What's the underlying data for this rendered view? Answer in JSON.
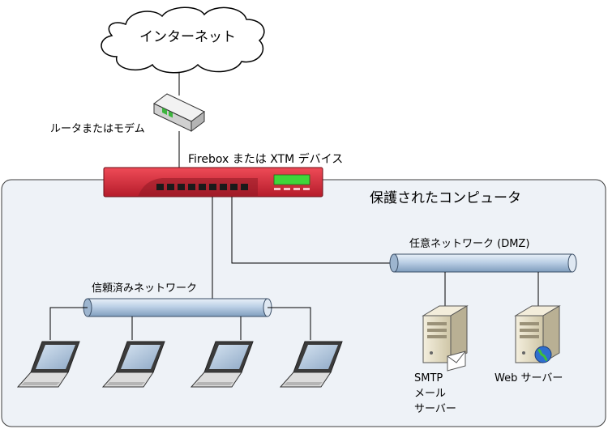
{
  "labels": {
    "internet": "インターネット",
    "router": "ルータまたはモデム",
    "firebox": "Firebox または XTM デバイス",
    "protected": "保護されたコンピュータ",
    "dmz": "任意ネットワーク (DMZ)",
    "trusted": "信頼済みネットワーク",
    "smtp_line1": "SMTP",
    "smtp_line2": "メール",
    "smtp_line3": "サーバー",
    "web": "Web サーバー"
  },
  "colors": {
    "firebox": "#d7263a",
    "firebox_screen": "#3fd63a",
    "pipe": "#bcd0e6",
    "zone_bg": "#eef2f7",
    "server": "#e6dfc8"
  }
}
